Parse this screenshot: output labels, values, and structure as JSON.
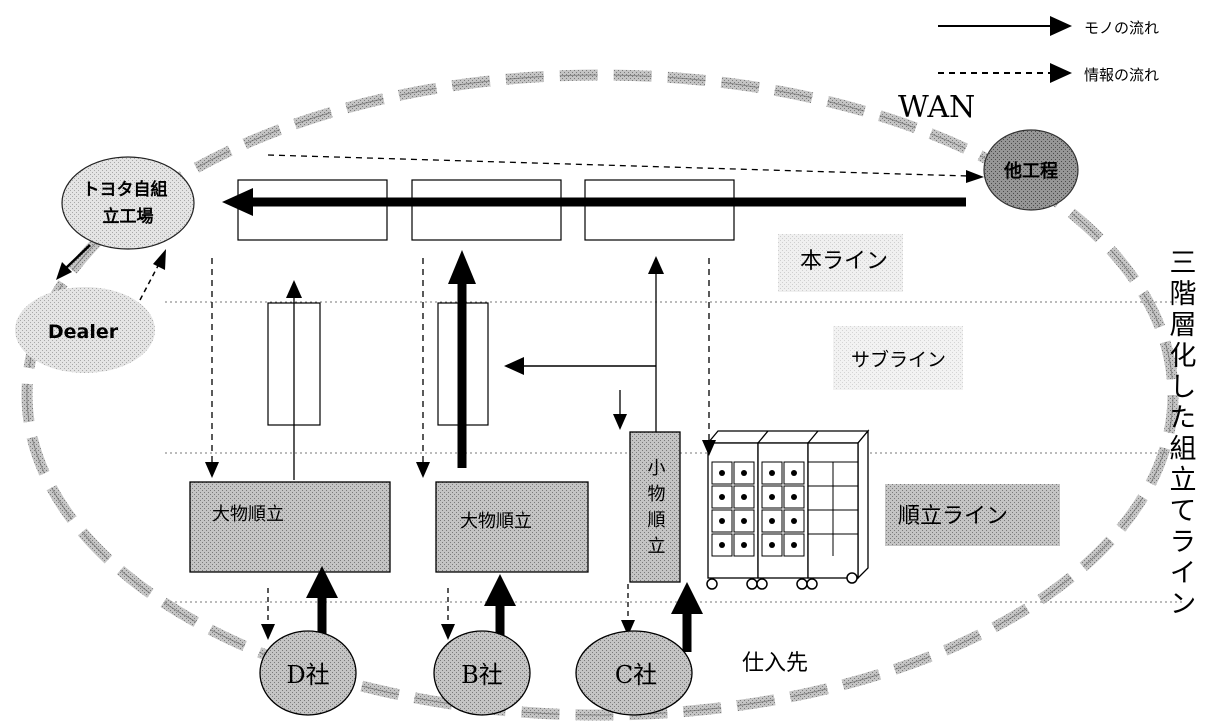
{
  "legend": {
    "material_flow": "モノの流れ",
    "info_flow": "情報の流れ"
  },
  "network": {
    "label": "WAN"
  },
  "nodes": {
    "plant": "トヨタ自組\n立工場",
    "other_process": "他工程",
    "dealer": "Dealer",
    "supplier_d": "D社",
    "supplier_b": "B社",
    "supplier_c": "C社"
  },
  "lines": {
    "main": "本ライン",
    "sub": "サブライン",
    "sequence": "順立ライン",
    "supplier": "仕入先"
  },
  "boxes": {
    "large_parts_1": "大物順立",
    "large_parts_2": "大物順立",
    "small_parts": "小物順立"
  },
  "side_caption": "三階層化した組立てライン",
  "colors": {
    "hatch_fill": "#b9b9b9",
    "dark_node": "#8e8e8e",
    "light_node": "#dcdcdc"
  }
}
